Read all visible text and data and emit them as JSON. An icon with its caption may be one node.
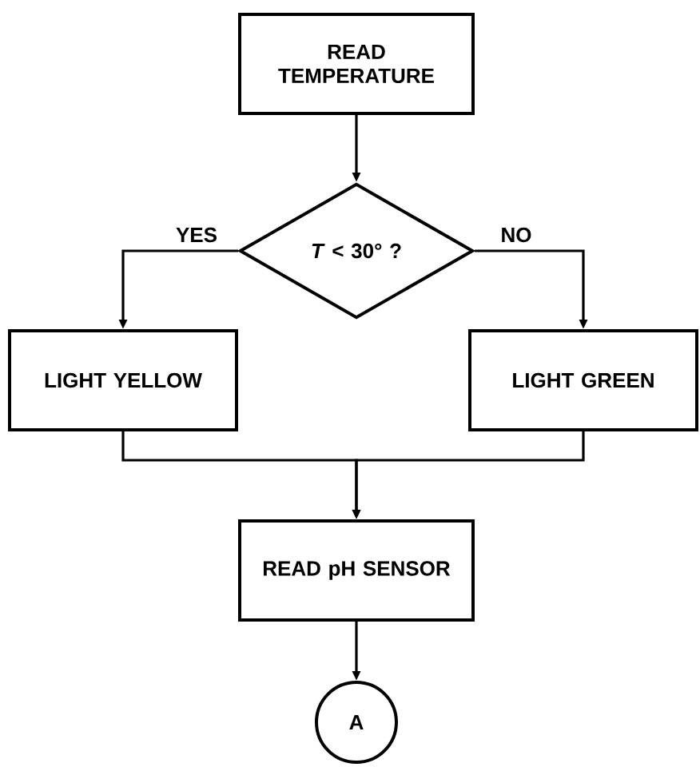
{
  "diagram": {
    "nodes": [
      {
        "text": [
          "READ TEMPERATURE"
        ]
      },
      {
        "text": [
          "*T* < 30° ?"
        ]
      },
      {
        "text": [
          "LIGHT YELLOW"
        ]
      },
      {
        "text": [
          "LIGHT GREEN"
        ]
      },
      {
        "text": [
          "READ pH SENSOR"
        ]
      },
      {
        "text": [
          "A"
        ]
      }
    ],
    "edges": [
      {
        "from": 0,
        "to": 1,
        "arrow": "to"
      },
      {
        "from": 1,
        "to": 2,
        "arrow": "to",
        "label": "YES"
      },
      {
        "from": 1,
        "to": 3,
        "arrow": "to",
        "label": "NO"
      },
      {
        "from": 2,
        "to": 4,
        "arrow": "to"
      },
      {
        "from": 3,
        "to": 4,
        "arrow": "to"
      },
      {
        "from": 4,
        "to": 5,
        "arrow": "to"
      }
    ]
  }
}
